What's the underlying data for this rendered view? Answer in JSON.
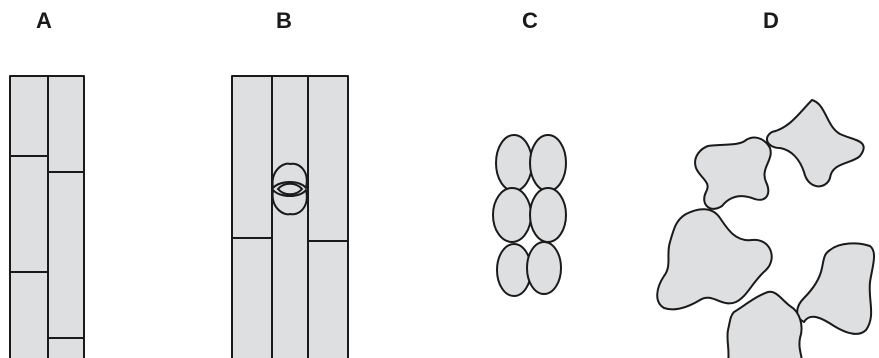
{
  "panels": [
    {
      "id": "A",
      "label": "A"
    },
    {
      "id": "B",
      "label": "B"
    },
    {
      "id": "C",
      "label": "C"
    },
    {
      "id": "D",
      "label": "D"
    }
  ],
  "colors": {
    "cell_fill": "#dedfe1",
    "outline": "#1a1a1a",
    "background": "#ffffff"
  }
}
